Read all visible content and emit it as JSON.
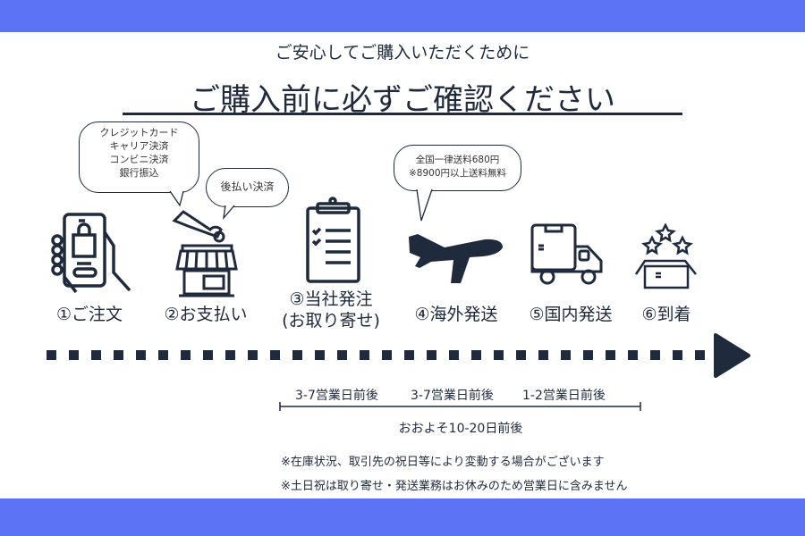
{
  "header": {
    "subtitle": "ご安心してご購入いただくために",
    "title": "ご購入前に必ずご確認ください"
  },
  "bubbles": {
    "payment_methods": [
      "クレジットカード",
      "キャリア決済",
      "コンビニ決済",
      "銀行振込"
    ],
    "deferred": "後払い決済",
    "shipping": [
      "全国一律送料680円",
      "※8900円以上送料無料"
    ]
  },
  "steps": [
    {
      "label": "①ご注文"
    },
    {
      "label": "②お支払い"
    },
    {
      "label": "③当社発注",
      "sub": "(お取り寄せ)"
    },
    {
      "label": "④海外発送"
    },
    {
      "label": "⑤国内発送"
    },
    {
      "label": "⑥到着"
    }
  ],
  "timeline": {
    "durations": [
      "3-7営業日前後",
      "3-7営業日前後",
      "1-2営業日前後"
    ],
    "total": "おおよそ10-20日前後"
  },
  "notes": [
    "※在庫状況、取引先の祝日等により変動する場合がございます",
    "※土日祝は取り寄せ・発送業務はお休みのため営業日に含みません"
  ],
  "colors": {
    "accent": "#5b74f6",
    "navy": "#1f2a3c"
  }
}
